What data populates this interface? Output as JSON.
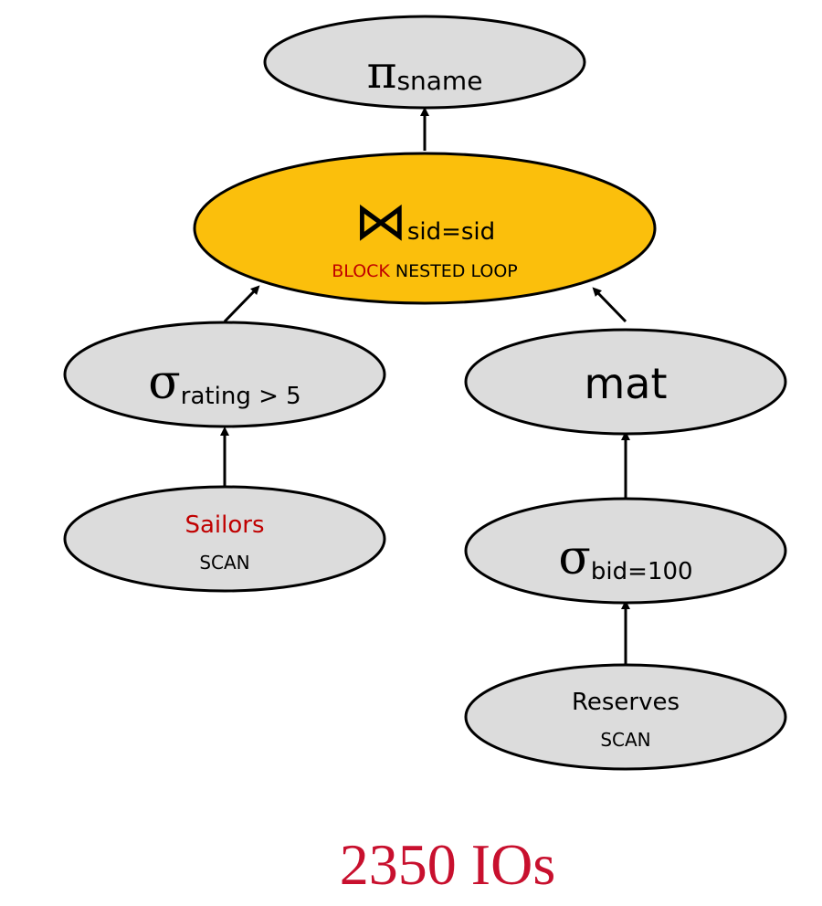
{
  "colors": {
    "node_fill": "#dcdcdc",
    "highlight_fill": "#fbbf0c",
    "outline": "#000000",
    "accent_red": "#c00000",
    "footer_red": "#c8102e"
  },
  "nodes": {
    "projection": {
      "symbol": "π",
      "subscript": "sname"
    },
    "join": {
      "symbol": "⋈",
      "subscript": "sid=sid",
      "method_word": "BLOCK",
      "method_rest": " NESTED LOOP"
    },
    "select_rating": {
      "symbol": "σ",
      "subscript": "rating > 5"
    },
    "materialize": {
      "label": "mat"
    },
    "sailors_scan": {
      "label": "Sailors",
      "sublabel": "SCAN"
    },
    "select_bid": {
      "symbol": "σ",
      "subscript": "bid=100"
    },
    "reserves_scan": {
      "label": "Reserves",
      "sublabel": "SCAN"
    }
  },
  "footer": {
    "cost": "2350 IOs"
  }
}
